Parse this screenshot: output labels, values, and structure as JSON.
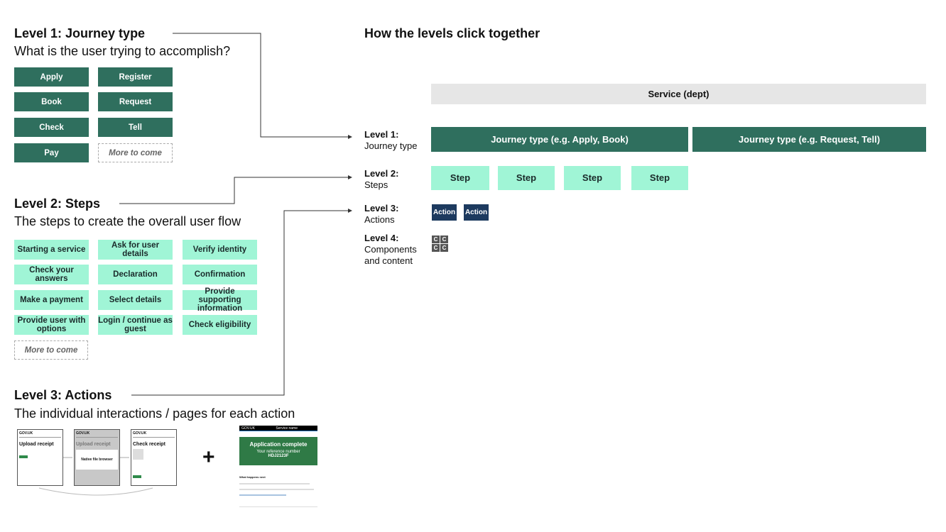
{
  "left": {
    "level1": {
      "title": "Level 1: Journey type",
      "subtitle": "What is the user trying to accomplish?",
      "items": [
        "Apply",
        "Register",
        "Book",
        "Request",
        "Check",
        "Tell",
        "Pay"
      ],
      "more": "More to come"
    },
    "level2": {
      "title": "Level 2: Steps",
      "subtitle": "The steps to create the overall user flow",
      "items": [
        "Starting a service",
        "Ask for user details",
        "Verify identity",
        "Check your answers",
        "Declaration",
        "Confirmation",
        "Make a payment",
        "Select details",
        "Provide supporting information",
        "Provide user with options",
        "Login / continue as guest",
        "Check eligibility"
      ],
      "more": "More to come"
    },
    "level3": {
      "title": "Level 3: Actions",
      "subtitle": "The individual interactions / pages for each action",
      "thumbs": {
        "brand": "GOV.UK",
        "upload": "Upload receipt",
        "native": "Native file browser",
        "check": "Check receipt"
      },
      "plus": "+",
      "complete": {
        "brand": "GOV.UK",
        "service": "Service name",
        "title": "Application complete",
        "ref_label": "Your reference number",
        "ref": "HDJ2123F",
        "next": "What happens next"
      }
    }
  },
  "right": {
    "title": "How the levels click together",
    "service": "Service (dept)",
    "rows": [
      {
        "level": "Level 1:",
        "name": "Journey type"
      },
      {
        "level": "Level 2:",
        "name": "Steps"
      },
      {
        "level": "Level 3:",
        "name": "Actions"
      },
      {
        "level": "Level 4:",
        "name": "Components and content"
      }
    ],
    "journeys": [
      "Journey type (e.g. Apply, Book)",
      "Journey type (e.g. Request, Tell)"
    ],
    "step": "Step",
    "action": "Action",
    "component": "C"
  },
  "colors": {
    "green": "#2f6f5e",
    "mint": "#a0f5d6",
    "navy": "#1d3a5f",
    "grey": "#e6e6e6"
  }
}
